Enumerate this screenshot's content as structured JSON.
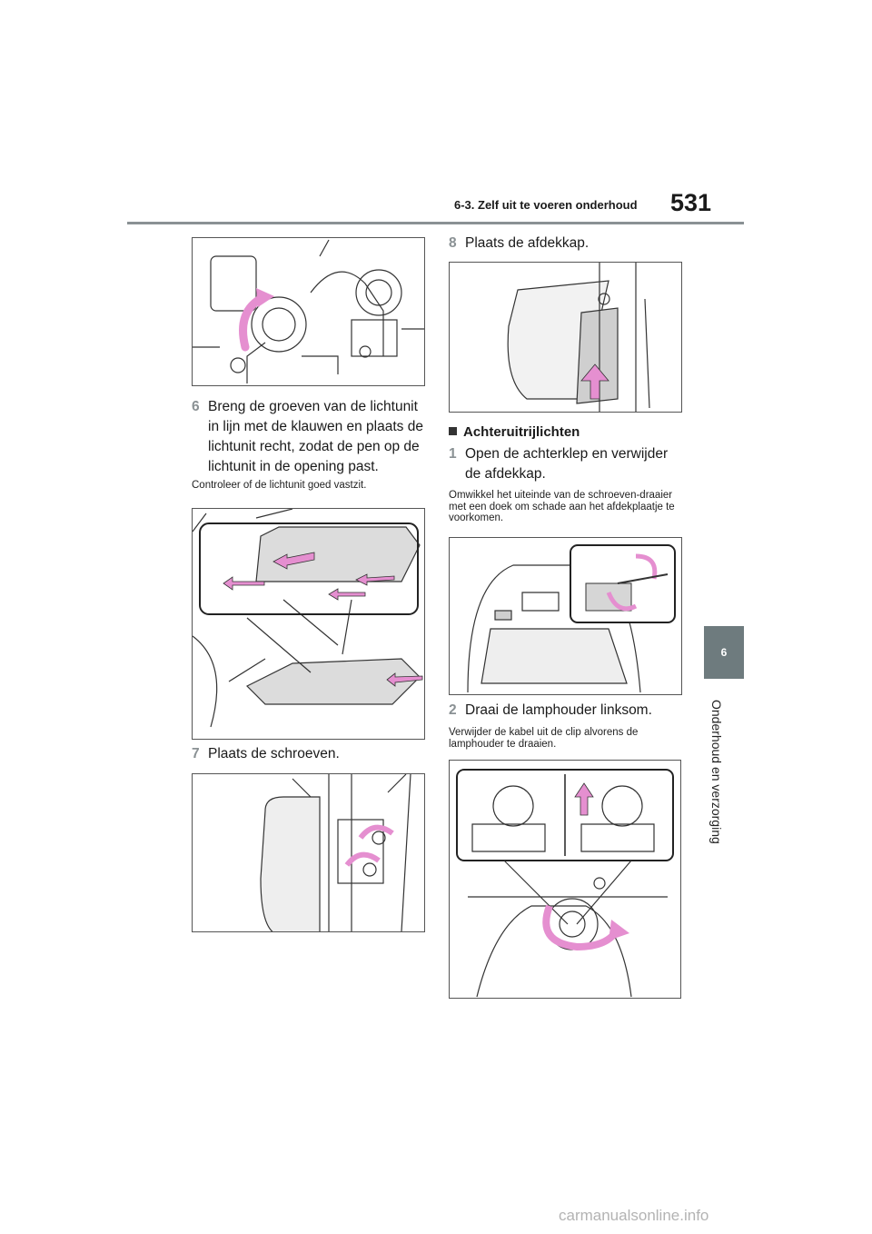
{
  "header": {
    "section": "6-3. Zelf uit te voeren onderhoud",
    "page_number": "531"
  },
  "side_tab": {
    "chapter_number": "6",
    "chapter_title": "Onderhoud en verzorging"
  },
  "left_column": {
    "step6": {
      "number": "6",
      "text": "Breng de groeven van de lichtunit in lijn met de klauwen en plaats de lichtunit recht, zodat de pen op de lichtunit in de opening past."
    },
    "note6": "Controleer of de lichtunit goed vastzit.",
    "step7": {
      "number": "7",
      "text": "Plaats de schroeven."
    }
  },
  "right_column": {
    "step8": {
      "number": "8",
      "text": "Plaats de afdekkap."
    },
    "section_heading": "Achteruitrijlichten",
    "step1": {
      "number": "1",
      "text": "Open de achterklep en verwijder de afdekkap."
    },
    "note1": "Omwikkel het uiteinde van de schroeven-draaier met een doek om schade aan het afdekplaatje te voorkomen.",
    "step2": {
      "number": "2",
      "text": "Draai de lamphouder linksom."
    },
    "note2": "Verwijder de kabel uit de clip alvorens de lamphouder te draaien."
  },
  "colors": {
    "accent_gray": "#8a9194",
    "tab_gray": "#6e7b7e",
    "arrow_pink": "#e58fd0"
  },
  "watermark": "carmanualsonline.info"
}
